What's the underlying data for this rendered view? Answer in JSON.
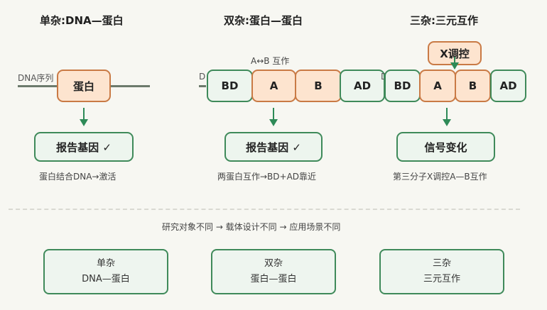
{
  "panel1": {
    "title": "单杂:DNA—蛋白",
    "dna_label": "DNA序列",
    "protein_label": "蛋白",
    "reporter_label": "报告基因 ✓",
    "caption": "蛋白结合DNA→激活"
  },
  "panel2": {
    "title": "双杂:蛋白—蛋白",
    "interaction_label": "A↔B 互作",
    "dna_label_fragment": "D",
    "segments": [
      "BD",
      "A",
      "B",
      "AD"
    ],
    "reporter_label": "报告基因 ✓",
    "caption": "两蛋白互作→BD+AD靠近"
  },
  "panel3": {
    "title": "三杂:三元互作",
    "third_label": "X调控",
    "dna_label_fragment": "D",
    "segments": [
      "BD",
      "A",
      "B",
      "AD"
    ],
    "reporter_label": "信号变化",
    "caption": "第三分子X调控A—B互作"
  },
  "summary_text": "研究对象不同 → 载体设计不同 → 应用场景不同",
  "bottom_boxes": [
    {
      "line1": "单杂",
      "line2": "DNA—蛋白"
    },
    {
      "line1": "双杂",
      "line2": "蛋白—蛋白"
    },
    {
      "line1": "三杂",
      "line2": "三元互作"
    }
  ],
  "colors": {
    "accent_green": "#3f8a5a",
    "protein_orange": "#fde4cf",
    "protein_border": "#c97a45",
    "background": "#f7f7f2"
  }
}
